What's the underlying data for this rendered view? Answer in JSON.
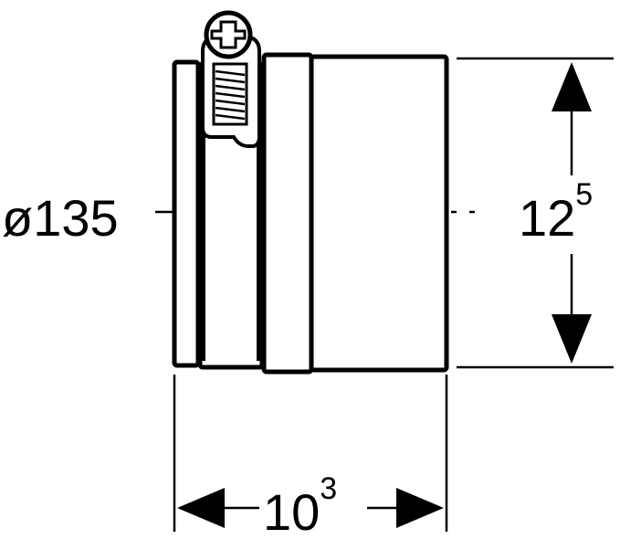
{
  "diagram": {
    "diameter_label": "ø135",
    "height_label": {
      "base": "12",
      "sup": "5"
    },
    "width_label": {
      "base": "10",
      "sup": "3"
    }
  },
  "colors": {
    "line": "#000000",
    "fill": "#ffffff"
  },
  "icons": {
    "screw": "screw-head-icon",
    "clamp": "hose-clamp-icon"
  }
}
